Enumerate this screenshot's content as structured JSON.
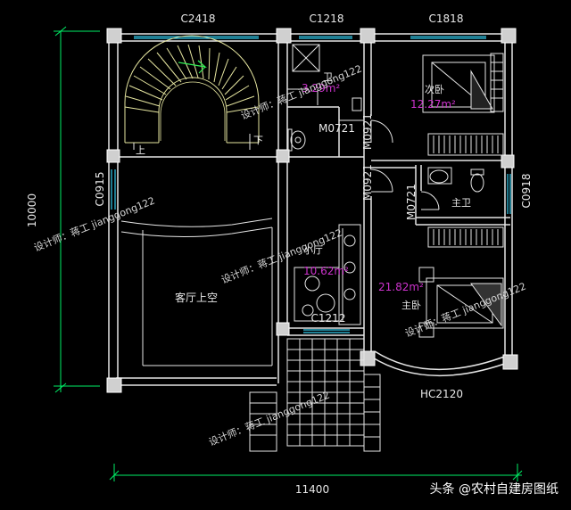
{
  "windows": {
    "top": [
      "C2418",
      "C1218",
      "C1818"
    ],
    "left": "C0915",
    "right": "C0918",
    "middle": "C1212",
    "bay": "HC2120"
  },
  "doors": [
    "M0721",
    "M0921",
    "M0921",
    "M0721"
  ],
  "rooms": {
    "bedroom2": "次卧",
    "master_bath": "主卫",
    "small_hall": "小厅",
    "master_bedroom": "主卧",
    "living_void": "客厅上空",
    "toilet": "卫"
  },
  "areas": {
    "toilet": "3.29m²",
    "bedroom2": "12.27m²",
    "small_hall": "10.62m²",
    "master_bedroom": "21.82m²"
  },
  "stairs": {
    "up": "上",
    "down": "下"
  },
  "dimensions": {
    "width": "11400",
    "height": "10000"
  },
  "watermarks": [
    "设计师：蒋工 jianggong122",
    "设计师：蒋工 jianggong122",
    "设计师：蒋工 jianggong122",
    "设计师：蒋工 jianggong122",
    "设计师：蒋工 jianggong122"
  ],
  "source_badge": "头条 @农村自建房图纸",
  "colors": {
    "wall": "#e6e6e6",
    "dimension": "#00ee66",
    "stair": "#e6e6a0",
    "area": "#cc33cc",
    "window": "#33ccee"
  }
}
